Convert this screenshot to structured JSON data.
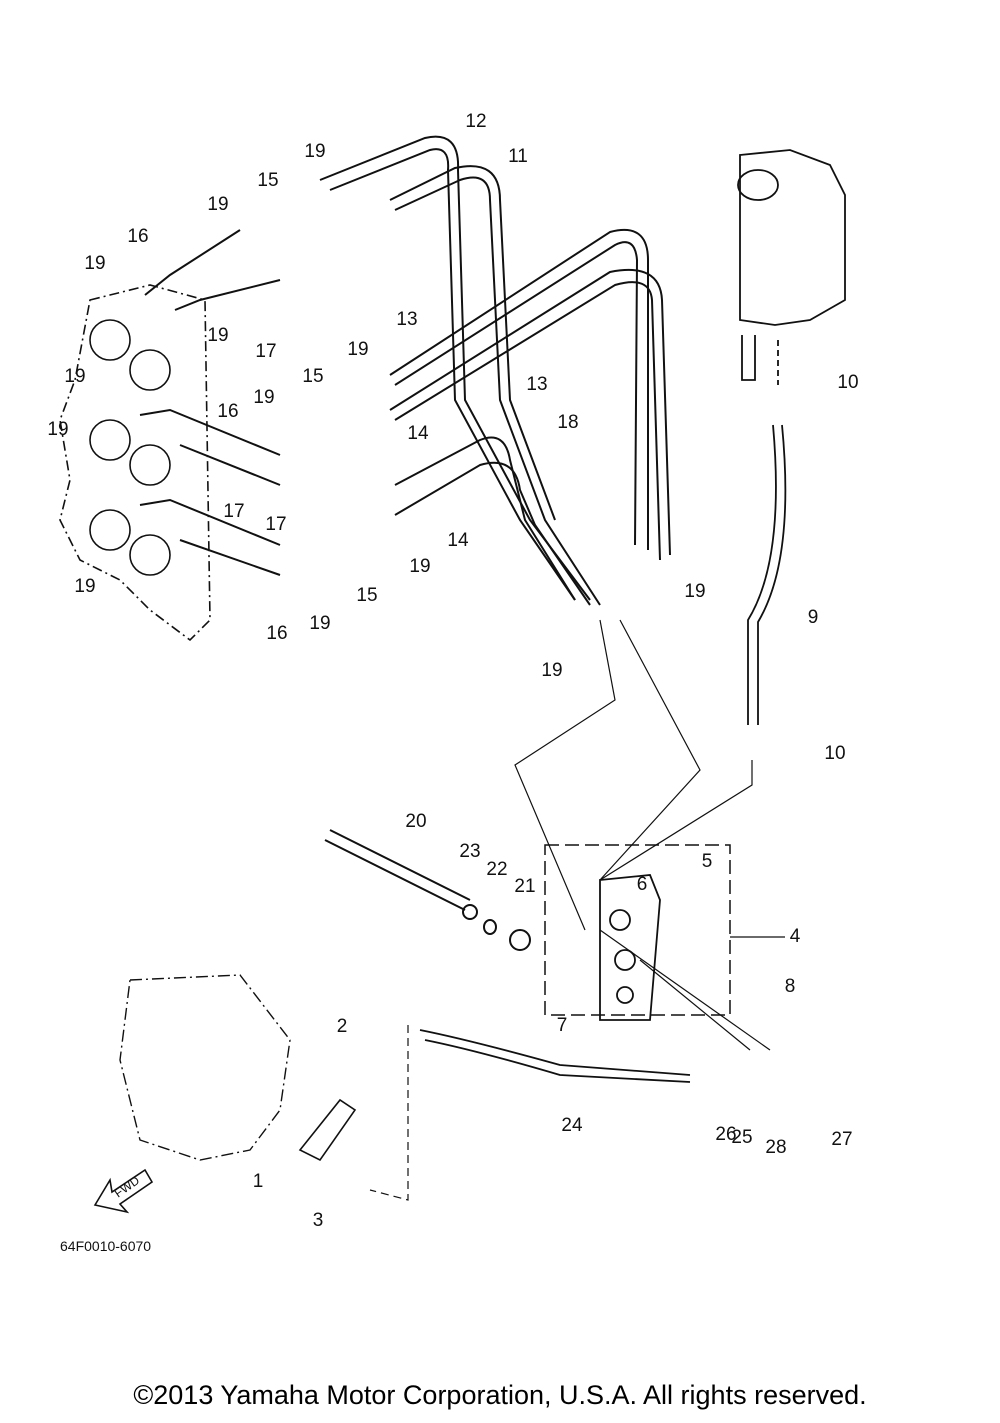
{
  "diagram": {
    "part_labels": [
      "12",
      "11",
      "19",
      "15",
      "19",
      "16",
      "19",
      "19",
      "17",
      "13",
      "19",
      "15",
      "13",
      "10",
      "19",
      "19",
      "16",
      "18",
      "14",
      "19",
      "17",
      "17",
      "14",
      "19",
      "15",
      "19",
      "19",
      "16",
      "19",
      "9",
      "19",
      "10",
      "20",
      "23",
      "22",
      "21",
      "5",
      "6",
      "4",
      "8",
      "7",
      "2",
      "24",
      "26",
      "25",
      "28",
      "27",
      "1",
      "3"
    ],
    "fwd_label": "FWD",
    "drawing_code": "64F0010-6070"
  },
  "footer": {
    "copyright": "©2013 Yamaha Motor Corporation, U.S.A. All rights reserved."
  }
}
